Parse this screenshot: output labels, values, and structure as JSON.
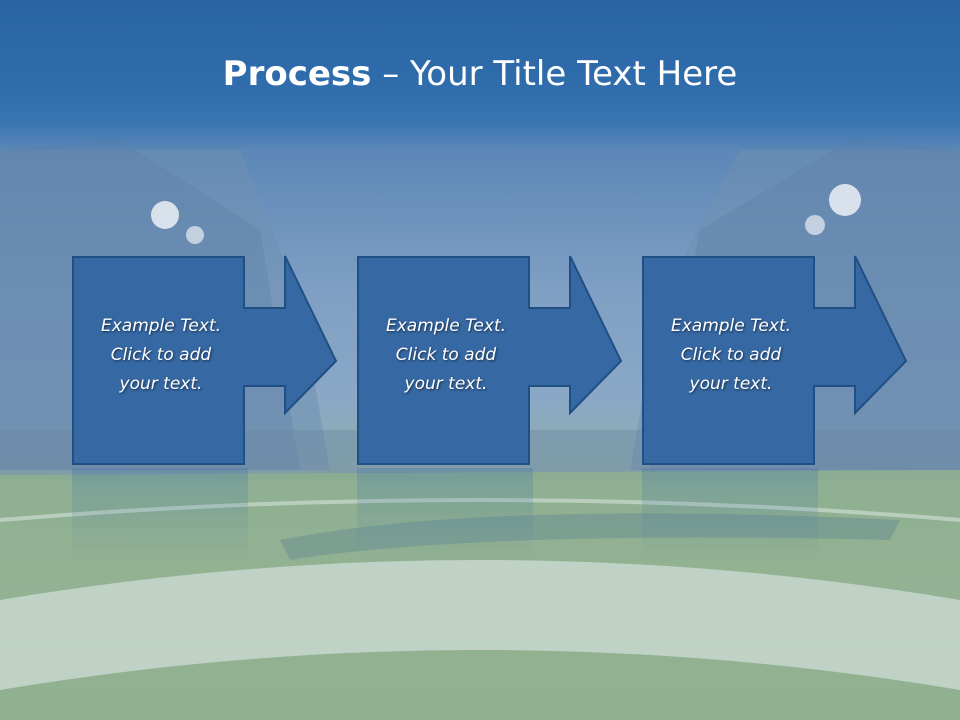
{
  "title": {
    "bold_part": "Process",
    "separator": " – ",
    "rest": "Your Title Text Here"
  },
  "colors": {
    "header_blue": "#2a64a3",
    "box_fill": "#3668a3",
    "box_border": "#1f4f83",
    "text": "#ffffff"
  },
  "steps": [
    {
      "line1": "Example Text.",
      "line2": "Click  to add",
      "line3": "your text."
    },
    {
      "line1": "Example Text.",
      "line2": "Click  to add",
      "line3": "your text."
    },
    {
      "line1": "Example Text.",
      "line2": "Click  to add",
      "line3": "your text."
    }
  ]
}
